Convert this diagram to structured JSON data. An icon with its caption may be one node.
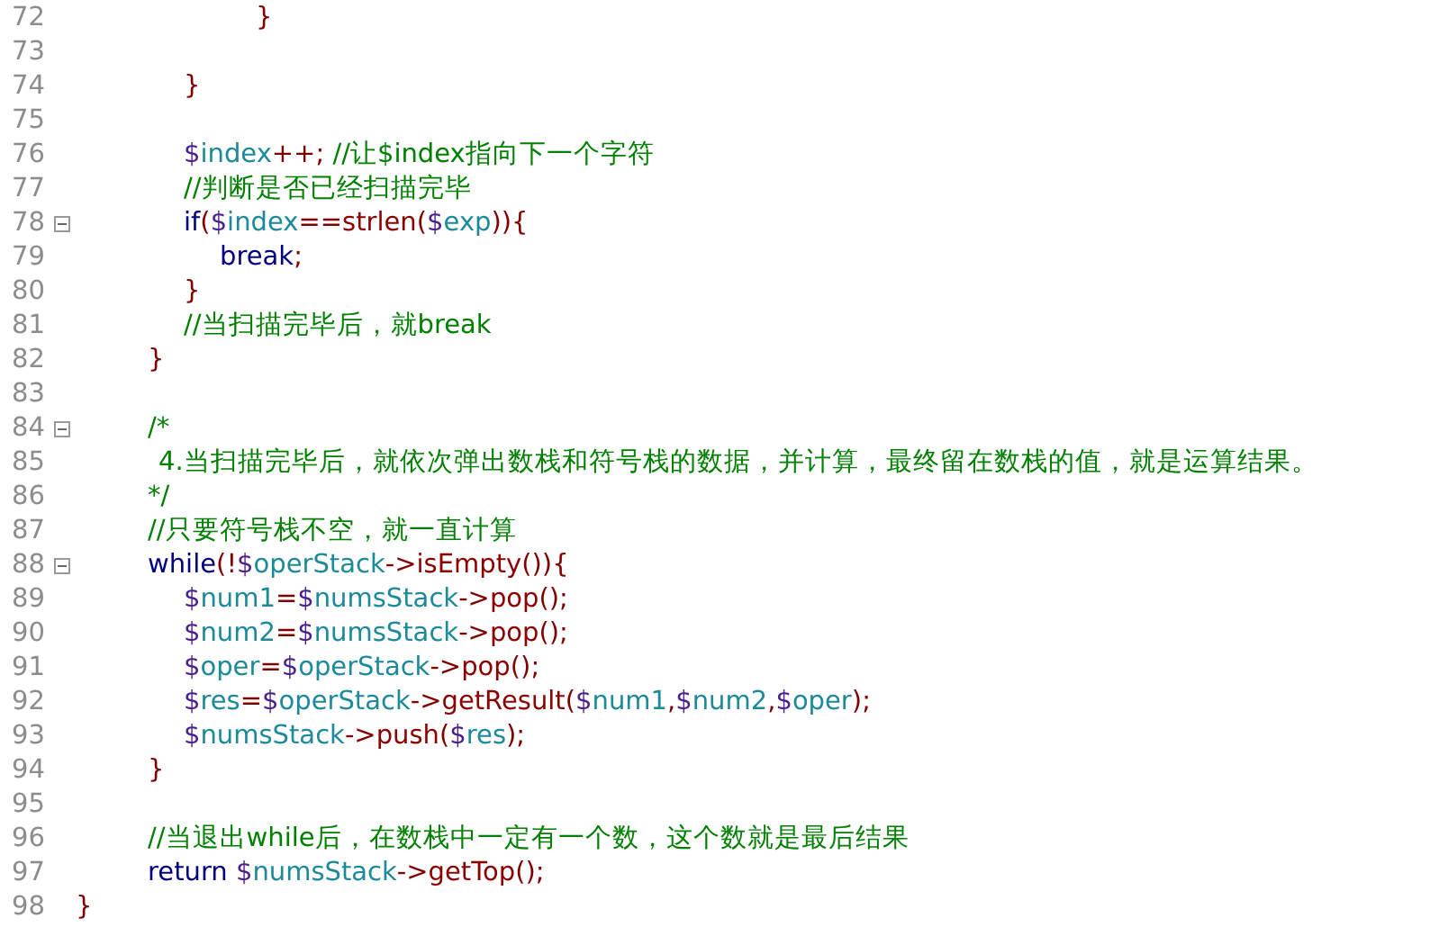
{
  "diagram": {
    "labels": [
      "72",
      "}",
      "73",
      "74",
      "}",
      "75",
      "76",
      "$index++; //让$index指向下一个字符",
      "77",
      "//判断是否已经扫描完毕",
      "78",
      "if($index==strlen($exp)){",
      "79",
      "break;",
      "80",
      "}",
      "81",
      "//当扫描完毕后，就break",
      "82",
      "}",
      "83",
      "84",
      "/*",
      "85",
      "4.当扫描完毕后，就依次弹出数栈和符号栈的数据，并计算，最终留在数栈的值，就是运算结果。",
      "86",
      "*/",
      "87",
      "//只要符号栈不空，就一直计算",
      "88",
      "while(!$operStack->isEmpty()){",
      "89",
      "$num1=$numsStack->pop();",
      "90",
      "$num2=$numsStack->pop();",
      "91",
      "$oper=$operStack->pop();",
      "92",
      "$res=$operStack->getResult($num1,$num2,$oper);",
      "93",
      "$numsStack->push($res);",
      "94",
      "}",
      "95",
      "96",
      "//当退出while后，在数栈中一定有一个数，这个数就是最后结果",
      "97",
      "return $numsStack->getTop();",
      "98",
      "}"
    ]
  }
}
